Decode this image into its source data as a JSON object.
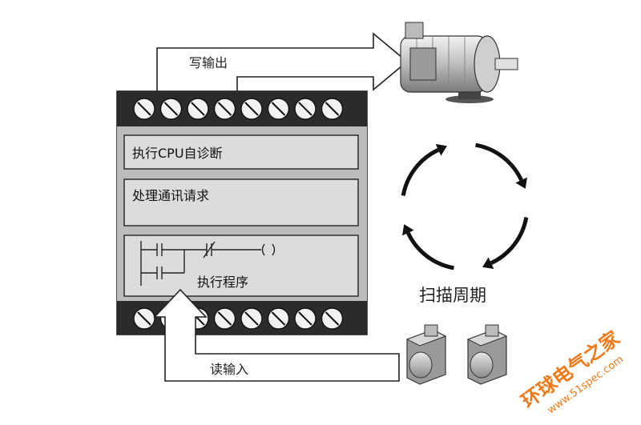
{
  "plc": {
    "write_output_label": "写输出",
    "read_input_label": "读输入",
    "rows": [
      {
        "label": "执行CPU自诊断"
      },
      {
        "label": "处理通讯请求"
      },
      {
        "label": "执行程序"
      }
    ],
    "top_terminal_count": 8,
    "bottom_terminal_count": 8
  },
  "scan_cycle": {
    "label": "扫描周期"
  },
  "watermark": {
    "line1": "环球电气之家",
    "line2": "www.51spec.com"
  },
  "colors": {
    "outline": "#222222",
    "panel_gray": "#dcdcdc",
    "strip_dark": "#2b2b2b",
    "watermark": "#f07a1a"
  }
}
